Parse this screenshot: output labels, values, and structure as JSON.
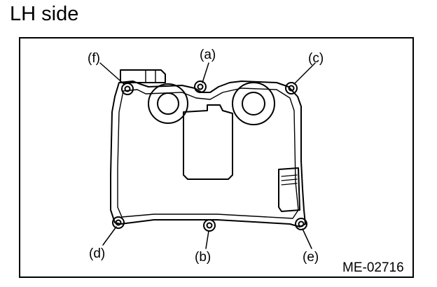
{
  "title": "LH side",
  "callouts": {
    "a": "(a)",
    "b": "(b)",
    "c": "(c)",
    "d": "(d)",
    "e": "(e)",
    "f": "(f)"
  },
  "figure_code": "ME-02716",
  "colors": {
    "line": "#000000",
    "background": "#ffffff"
  }
}
